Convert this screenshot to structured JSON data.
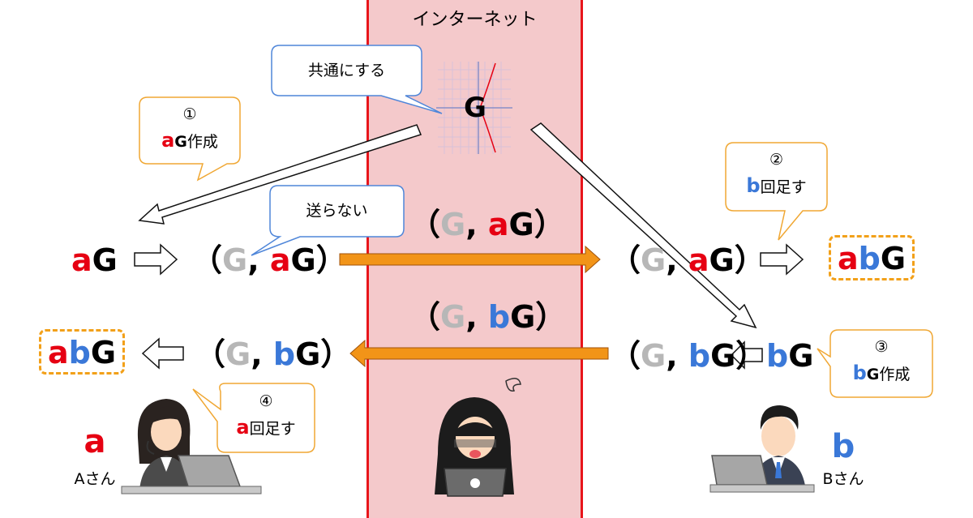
{
  "zones": {
    "internet_label": "インターネット"
  },
  "generator": {
    "label": "G"
  },
  "bubbles": {
    "common": "共通にする",
    "not_send": "送らない",
    "step1": {
      "num": "①",
      "key": "a",
      "gen": "G",
      "text": "作成"
    },
    "step2": {
      "num": "②",
      "key": "b",
      "text": "回足す"
    },
    "step3": {
      "num": "③",
      "key": "b",
      "gen": "G",
      "text": "作成"
    },
    "step4": {
      "num": "④",
      "key": "a",
      "text": "回足す"
    }
  },
  "tuple": {
    "open": "（",
    "g": "G",
    "sep": ",",
    "close": "）",
    "a_key": "a",
    "b_key": "b",
    "gen": "G"
  },
  "people": {
    "alice": {
      "letter": "a",
      "name": "Aさん"
    },
    "bob": {
      "letter": "b",
      "name": "Bさん"
    }
  },
  "colors": {
    "a": "#e60012",
    "b": "#3a78d8",
    "g_public": "#b7b7b7",
    "arrow_orange": "#f29418",
    "internet_bg": "#f4c9cb",
    "internet_border": "#e8151b",
    "bubble_blue": "#4f86d9",
    "bubble_orange": "#f0a733"
  }
}
